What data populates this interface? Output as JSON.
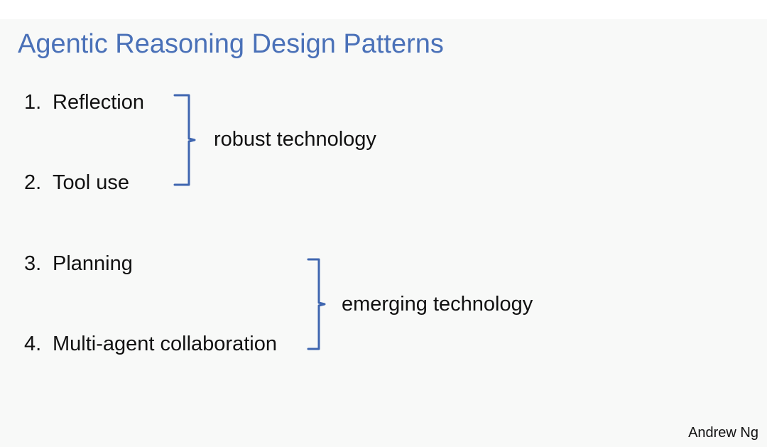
{
  "slide": {
    "title": "Agentic Reasoning Design Patterns",
    "items": [
      {
        "number": "1.",
        "label": "Reflection"
      },
      {
        "number": "2.",
        "label": "Tool use"
      },
      {
        "number": "3.",
        "label": "Planning"
      },
      {
        "number": "4.",
        "label": "Multi-agent collaboration"
      }
    ],
    "groups": [
      {
        "label": "robust technology"
      },
      {
        "label": "emerging technology"
      }
    ],
    "author": "Andrew Ng",
    "colors": {
      "title": "#4a71b8",
      "brace": "#3f66b0",
      "text": "#111111",
      "background": "#f8f9f8"
    }
  }
}
